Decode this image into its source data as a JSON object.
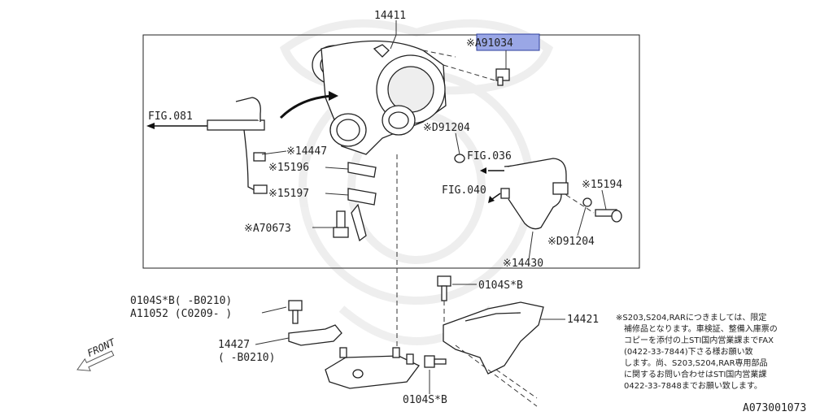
{
  "labels": {
    "turbo": "14411",
    "stud": "※A91034",
    "gasket_upper": "※D91204",
    "fig036": "FIG.036",
    "fig040": "FIG.040",
    "fig081": "FIG.081",
    "oil_pipe": "※14447",
    "gasket_15196": "※15196",
    "gasket_15197": "※15197",
    "bolt_a70673": "※A70673",
    "bolt_15194": "※15194",
    "gasket_lower": "※D91204",
    "water_pipe": "※14430",
    "bolt_top": "0104S*B",
    "bolt_left_1": "0104S*B( -B0210)",
    "bolt_left_2": "A11052 (C0209- )",
    "bracket_left_1": "14427",
    "bracket_left_2": "( -B0210)",
    "bracket_right": "14421",
    "bolt_bottom": "0104S*B",
    "front": "FRONT"
  },
  "note": [
    "※S203,S204,RARにつきましては、限定",
    "補修品となります。車検証、整備入庫票の",
    "コピーを添付の上STI国内営業課までFAX",
    "(0422-33-7844)下さる様お願い致",
    "します。尚、S203,S204,RAR専用部品",
    "に関するお問い合わせはSTI国内営業課",
    "0422-33-7848までお願い致します。"
  ],
  "diagram_code": "A073001073",
  "colors": {
    "highlight": "#9aa7e6",
    "line": "#222222"
  }
}
